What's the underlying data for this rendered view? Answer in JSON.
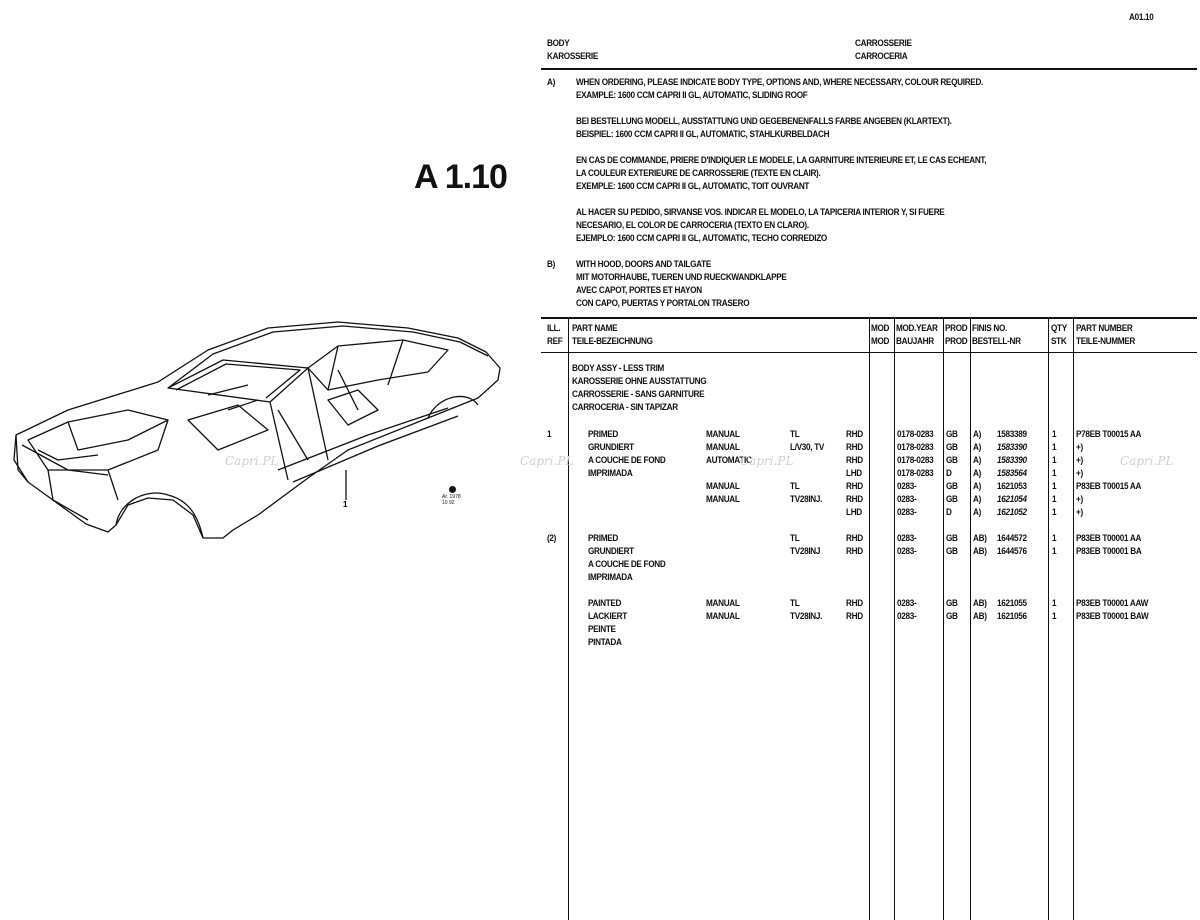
{
  "page_ref": "A01.10",
  "section_code": "A 1.10",
  "header": {
    "left": [
      "BODY",
      "KAROSSERIE"
    ],
    "right": [
      "CARROSSERIE",
      "CARROCERIA"
    ]
  },
  "note_a": {
    "marker": "A)",
    "en": [
      "WHEN ORDERING, PLEASE INDICATE BODY TYPE, OPTIONS AND, WHERE NECESSARY, COLOUR REQUIRED.",
      "EXAMPLE:    1600 CCM CAPRI II GL, AUTOMATIC, SLIDING ROOF"
    ],
    "de": [
      "BEI BESTELLUNG MODELL, AUSSTATTUNG UND GEGEBENENFALLS FARBE ANGEBEN (KLARTEXT).",
      "BEISPIEL:          1600 CCM CAPRI II GL, AUTOMATIC, STAHLKURBELDACH"
    ],
    "fr": [
      "EN CAS DE COMMANDE, PRIERE D'INDIQUER LE MODELE, LA GARNITURE INTERIEURE ET, LE CAS ECHEANT,",
      "LA COULEUR EXTERIEURE DE CARROSSERIE (TEXTE EN CLAIR).",
      "EXEMPLE: 1600 CCM CAPRI II GL, AUTOMATIC, TOIT OUVRANT"
    ],
    "es": [
      "AL HACER SU PEDIDO, SIRVANSE VOS. INDICAR EL MODELO, LA TAPICERIA INTERIOR Y, SI FUERE",
      "NECESARIO, EL COLOR DE CARROCERIA (TEXTO EN CLARO).",
      "EJEMPLO: 1600 CCM CAPRI II GL, AUTOMATIC, TECHO CORREDIZO"
    ]
  },
  "note_b": {
    "marker": "B)",
    "lines": [
      "WITH HOOD, DOORS AND TAILGATE",
      "MIT MOTORHAUBE, TUEREN UND RUECKWANDKLAPPE",
      "AVEC CAPOT, PORTES ET HAYON",
      "CON CAPO, PUERTAS Y PORTALON TRASERO"
    ]
  },
  "table": {
    "headers": {
      "ill": [
        "ILL.",
        "REF"
      ],
      "name": [
        "PART NAME",
        "TEILE-BEZEICHNUNG"
      ],
      "mod": [
        "MOD",
        "MOD"
      ],
      "year": [
        "MOD.YEAR",
        "BAUJAHR"
      ],
      "prod": [
        "PROD",
        "PROD"
      ],
      "finis": [
        "FINIS NO.",
        "BESTELL-NR"
      ],
      "qty": [
        "QTY",
        "STK"
      ],
      "partno": [
        "PART NUMBER",
        "TEILE-NUMMER"
      ]
    },
    "group_title": [
      "BODY ASSY - LESS TRIM",
      "KAROSSERIE OHNE AUSSTATTUNG",
      "CARROSSERIE - SANS GARNITURE",
      "CARROCERIA - SIN TAPIZAR"
    ],
    "groups": [
      {
        "ref": "1",
        "labels": [
          "PRIMED",
          "GRUNDIERT",
          "A COUCHE DE FOND",
          "IMPRIMADA"
        ],
        "rows": [
          {
            "c1": "MANUAL",
            "c2": "TL",
            "c3": "RHD",
            "year": "0178-0283",
            "prod": "GB",
            "note": "A)",
            "finis": "1583389",
            "italic": false,
            "qty": "1",
            "part": "P78EB T00015 AA"
          },
          {
            "c1": "MANUAL",
            "c2": "L/V30, TV",
            "c3": "RHD",
            "year": "0178-0283",
            "prod": "GB",
            "note": "A)",
            "finis": "1583390",
            "italic": true,
            "qty": "1",
            "part": "+)"
          },
          {
            "c1": "AUTOMATIC",
            "c2": "",
            "c3": "RHD",
            "year": "0178-0283",
            "prod": "GB",
            "note": "A)",
            "finis": "1583390",
            "italic": true,
            "qty": "1",
            "part": "+)"
          },
          {
            "c1": "",
            "c2": "",
            "c3": "LHD",
            "year": "0178-0283",
            "prod": "D",
            "note": "A)",
            "finis": "1583564",
            "italic": true,
            "qty": "1",
            "part": "+)"
          },
          {
            "c1": "MANUAL",
            "c2": "TL",
            "c3": "RHD",
            "year": "0283-",
            "prod": "GB",
            "note": "A)",
            "finis": "1621053",
            "italic": false,
            "qty": "1",
            "part": "P83EB T00015 AA"
          },
          {
            "c1": "MANUAL",
            "c2": "TV28INJ.",
            "c3": "RHD",
            "year": "0283-",
            "prod": "GB",
            "note": "A)",
            "finis": "1621054",
            "italic": true,
            "qty": "1",
            "part": "+)"
          },
          {
            "c1": "",
            "c2": "",
            "c3": "LHD",
            "year": "0283-",
            "prod": "D",
            "note": "A)",
            "finis": "1621052",
            "italic": true,
            "qty": "1",
            "part": "+)"
          }
        ]
      },
      {
        "ref": "(2)",
        "labels": [
          "PRIMED",
          "GRUNDIERT",
          "A COUCHE DE FOND",
          "IMPRIMADA"
        ],
        "rows": [
          {
            "c1": "",
            "c2": "TL",
            "c3": "RHD",
            "year": "0283-",
            "prod": "GB",
            "note": "AB)",
            "finis": "1644572",
            "italic": false,
            "qty": "1",
            "part": "P83EB T00001 AA"
          },
          {
            "c1": "",
            "c2": "TV28INJ",
            "c3": "RHD",
            "year": "0283-",
            "prod": "GB",
            "note": "AB)",
            "finis": "1644576",
            "italic": false,
            "qty": "1",
            "part": "P83EB T00001 BA"
          }
        ]
      },
      {
        "ref": "",
        "labels": [
          "PAINTED",
          "LACKIERT",
          "PEINTE",
          "PINTADA"
        ],
        "rows": [
          {
            "c1": "MANUAL",
            "c2": "TL",
            "c3": "RHD",
            "year": "0283-",
            "prod": "GB",
            "note": "AB)",
            "finis": "1621055",
            "italic": false,
            "qty": "1",
            "part": "P83EB T00001 AAW"
          },
          {
            "c1": "MANUAL",
            "c2": "TV28INJ.",
            "c3": "RHD",
            "year": "0283-",
            "prod": "GB",
            "note": "AB)",
            "finis": "1621056",
            "italic": false,
            "qty": "1",
            "part": "P83EB T00001 BAW"
          }
        ]
      }
    ]
  },
  "illustration": {
    "callout": "1",
    "stamp": [
      "Ar. 1978",
      "10 92"
    ]
  },
  "watermark": "Capri.PL"
}
